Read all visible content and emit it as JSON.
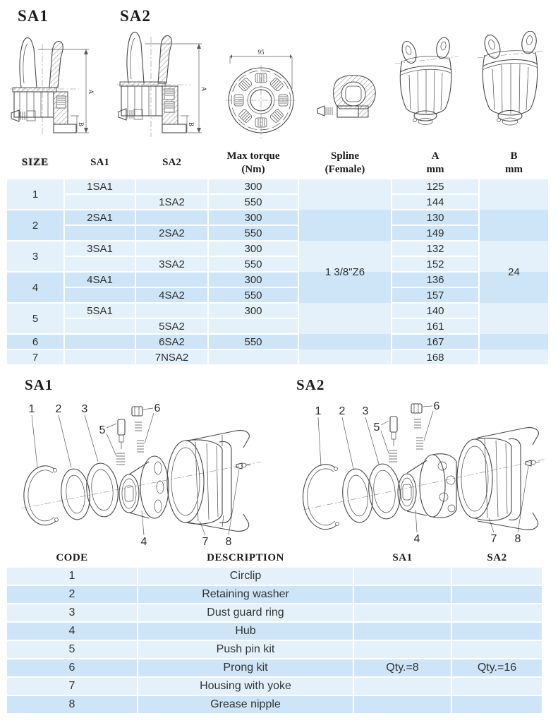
{
  "top": {
    "sa1_title": "SA1",
    "sa2_title": "SA2",
    "dim_a": "A",
    "dim_b": "B",
    "dim_95": "95"
  },
  "main_table": {
    "headers": {
      "size": "SIZE",
      "sa1": "SA1",
      "sa2": "SA2",
      "torque_l1": "Max torque",
      "torque_l2": "(Nm)",
      "spline_l1": "Spline",
      "spline_l2": "(Female)",
      "a_l1": "A",
      "a_l2": "mm",
      "b_l1": "B",
      "b_l2": "mm"
    },
    "spline_value": "1 3/8\"Z6",
    "b_value": "24",
    "sizes": [
      "1",
      "2",
      "3",
      "4",
      "5",
      "6",
      "7"
    ],
    "rows": [
      {
        "sa1": "1SA1",
        "sa2": "",
        "torque": "300",
        "a": "125"
      },
      {
        "sa1": "",
        "sa2": "1SA2",
        "torque": "550",
        "a": "144"
      },
      {
        "sa1": "2SA1",
        "sa2": "",
        "torque": "300",
        "a": "130"
      },
      {
        "sa1": "",
        "sa2": "2SA2",
        "torque": "550",
        "a": "149"
      },
      {
        "sa1": "3SA1",
        "sa2": "",
        "torque": "300",
        "a": "132"
      },
      {
        "sa1": "",
        "sa2": "3SA2",
        "torque": "550",
        "a": "152"
      },
      {
        "sa1": "4SA1",
        "sa2": "",
        "torque": "300",
        "a": "136"
      },
      {
        "sa1": "",
        "sa2": "4SA2",
        "torque": "550",
        "a": "157"
      },
      {
        "sa1": "5SA1",
        "sa2": "",
        "torque": "300",
        "a": "140"
      },
      {
        "sa1": "",
        "sa2": "5SA2",
        "torque": "",
        "a": "161"
      },
      {
        "sa1": "",
        "sa2": "6SA2",
        "torque": "550",
        "a": "167"
      },
      {
        "sa1": "",
        "sa2": "7NSA2",
        "torque": "",
        "a": "168"
      }
    ]
  },
  "exploded": {
    "sa1_title": "SA1",
    "sa2_title": "SA2",
    "labels": [
      "1",
      "2",
      "3",
      "4",
      "5",
      "6",
      "7",
      "8"
    ]
  },
  "parts_table": {
    "headers": {
      "code": "CODE",
      "desc": "DESCRIPTION",
      "sa1": "SA1",
      "sa2": "SA2"
    },
    "rows": [
      {
        "code": "1",
        "desc": "Circlip",
        "sa1": "",
        "sa2": ""
      },
      {
        "code": "2",
        "desc": "Retaining washer",
        "sa1": "",
        "sa2": ""
      },
      {
        "code": "3",
        "desc": "Dust guard ring",
        "sa1": "",
        "sa2": ""
      },
      {
        "code": "4",
        "desc": "Hub",
        "sa1": "",
        "sa2": ""
      },
      {
        "code": "5",
        "desc": "Push pin kit",
        "sa1": "",
        "sa2": ""
      },
      {
        "code": "6",
        "desc": "Prong kit",
        "sa1": "Qty.=8",
        "sa2": "Qty.=16"
      },
      {
        "code": "7",
        "desc": "Housing with yoke",
        "sa1": "",
        "sa2": ""
      },
      {
        "code": "8",
        "desc": "Grease nipple",
        "sa1": "",
        "sa2": ""
      }
    ]
  },
  "colors": {
    "row_light": "#e4f1fb",
    "row_dark": "#cde5f7"
  }
}
